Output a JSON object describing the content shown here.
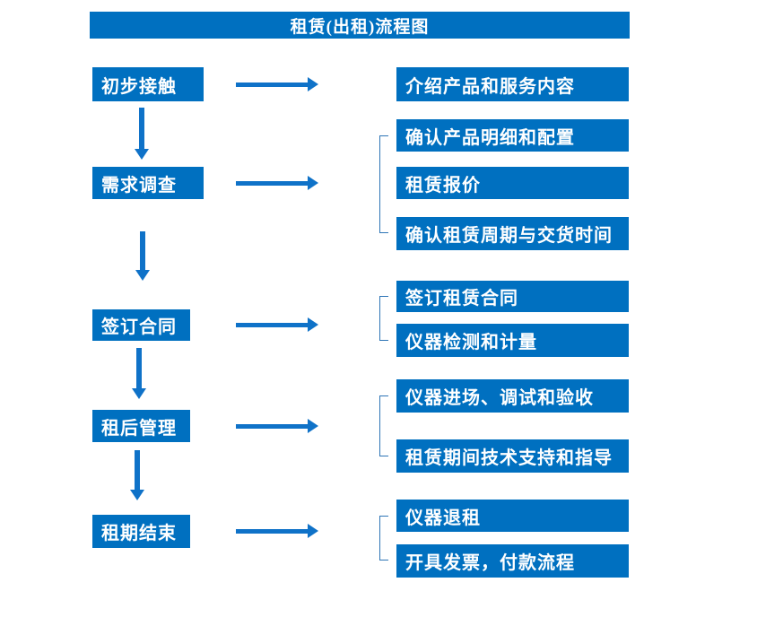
{
  "title": "租赁(出租)流程图",
  "colors": {
    "box": "#0070C0",
    "arrow": "#0f72c8",
    "bracket": "#2E75B6"
  },
  "steps": [
    {
      "label": "初步接触",
      "outputs": [
        "介绍产品和服务内容"
      ]
    },
    {
      "label": "需求调查",
      "outputs": [
        "确认产品明细和配置",
        "租赁报价",
        "确认租赁周期与交货时间"
      ]
    },
    {
      "label": "签订合同",
      "outputs": [
        "签订租赁合同",
        "仪器检测和计量"
      ]
    },
    {
      "label": "租后管理",
      "outputs": [
        "仪器进场、调试和验收",
        "租赁期间技术支持和指导"
      ]
    },
    {
      "label": "租期结束",
      "outputs": [
        "仪器退租",
        "开具发票，付款流程"
      ]
    }
  ]
}
